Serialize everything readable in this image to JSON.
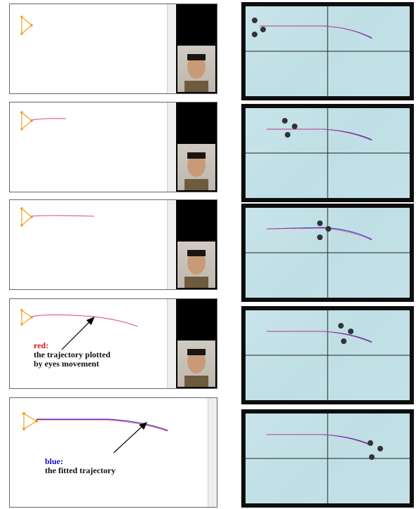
{
  "annotation_eyes": {
    "key": "red:",
    "line1": "the trajectory plotted",
    "line2": "by eyes movement"
  },
  "annotation_fit": {
    "key": "blue:",
    "line1": "the fitted trajectory"
  },
  "colors": {
    "eye_trajectory": "#e0407a",
    "fitted_trajectory": "#2a2ad0",
    "triangle": "#f0a020",
    "screen": "#c4e2e8"
  }
}
